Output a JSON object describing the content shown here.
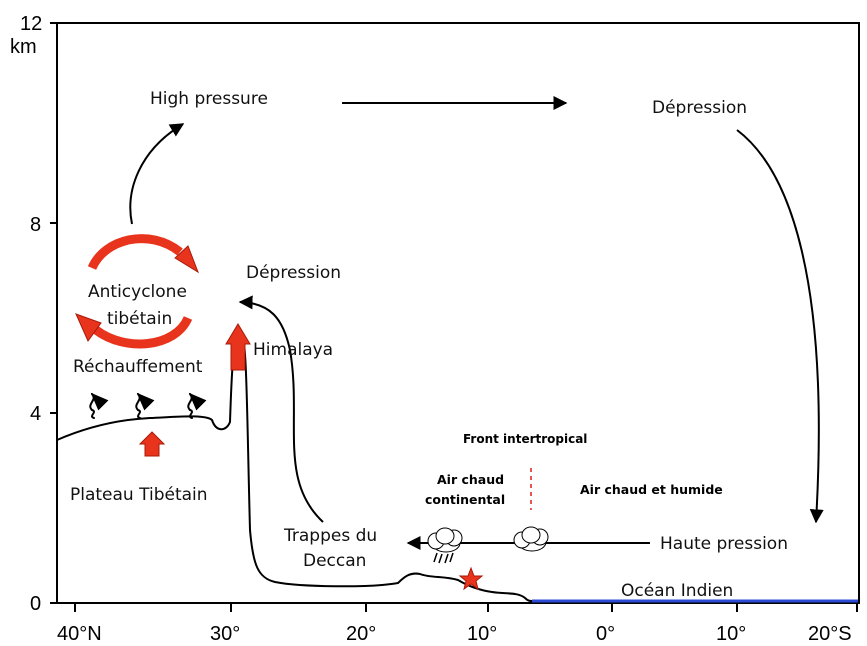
{
  "axes": {
    "y_unit": "km",
    "y_ticks": [
      "0",
      "4",
      "8",
      "12"
    ],
    "x_ticks": [
      "40°N",
      "30°",
      "20°",
      "10°",
      "0°",
      "10°",
      "20°S"
    ]
  },
  "labels": {
    "high_pressure": "High pressure",
    "depression_top": "Dépression",
    "depression_mid": "Dépression",
    "anticyclone_line1": "Anticyclone",
    "anticyclone_line2": "tibétain",
    "rechauffement": "Réchauffement",
    "himalaya": "Himalaya",
    "plateau": "Plateau Tibétain",
    "front": "Front intertropical",
    "air_continental_line1": "Air chaud",
    "air_continental_line2": "continental",
    "air_humide": "Air chaud et humide",
    "trappes_line1": "Trappes du",
    "trappes_line2": "Deccan",
    "haute_pression": "Haute pression",
    "ocean": "Océan Indien"
  },
  "colors": {
    "arrow_red": "#e8341c",
    "arrow_red_dark": "#a81a08",
    "ocean_line": "#2b4bd6",
    "front_dash": "#e0201a"
  }
}
